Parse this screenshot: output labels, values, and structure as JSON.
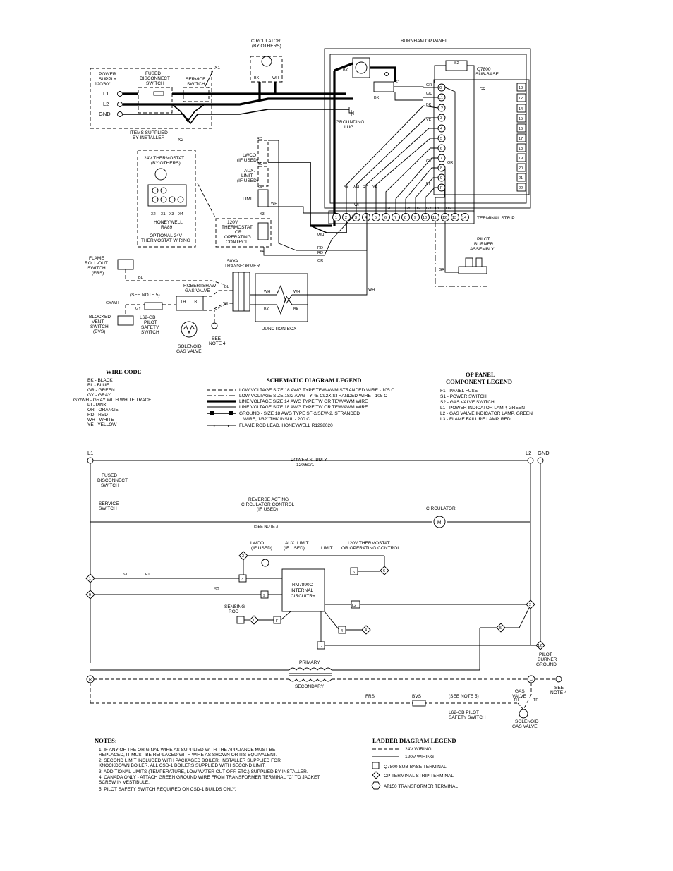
{
  "wiring": {
    "circulator_label": "CIRCULATOR",
    "circulator_sub": "(BY OTHERS)",
    "panel_title": "BURNHAM OP PANEL",
    "q7800_label": "Q7800",
    "q7800_sub": "SUB-BASE",
    "power_supply": [
      "POWER",
      "SUPPLY",
      "120/60/1"
    ],
    "fused_switch": [
      "FUSED",
      "DISCONNECT",
      "SWITCH"
    ],
    "service_switch": [
      "SERVICE",
      "SWITCH"
    ],
    "items_by_installer": [
      "ITEMS SUPPLIED",
      "BY INSTALLER"
    ],
    "grounding_lug": [
      "GROUNDING",
      "LUG"
    ],
    "thermostat_title": [
      "24V THERMOSTAT",
      "(BY OTHERS)"
    ],
    "honeywell": [
      "HONEYWELL",
      "RA89"
    ],
    "optional_wiring": [
      "OPTIONAL 24V",
      "THERMOSTAT WIRING"
    ],
    "lwco": [
      "LWCO",
      "(IF USED)"
    ],
    "aux_limit": [
      "AUX.",
      "LIMIT",
      "(IF USED)"
    ],
    "limit": "LIMIT",
    "thermostat_120v": [
      "120V",
      "THERMOSTAT",
      "OR",
      "OPERATING",
      "CONTROL"
    ],
    "terminal_strip": "TERMINAL STRIP",
    "pilot_burner": [
      "PILOT",
      "BURNER",
      "ASSEMBLY"
    ],
    "flame_rollout": [
      "FLAME",
      "ROLL-OUT",
      "SWITCH",
      "(FRS)"
    ],
    "transformer": [
      "50VA",
      "TRANSFORMER"
    ],
    "robertshaw": [
      "ROBERTSHAW",
      "GAS VALVE"
    ],
    "see_note5": "(SEE NOTE 5)",
    "blocked_vent": [
      "BLOCKED",
      "VENT",
      "SWITCH",
      "(BVS)"
    ],
    "l62gb": [
      "L62-GB",
      "PILOT",
      "SAFETY",
      "SWITCH"
    ],
    "solenoid": [
      "SOLENOID",
      "GAS VALVE"
    ],
    "see_note4": [
      "SEE",
      "NOTE 4"
    ],
    "junction_box": "JUNCTION BOX",
    "q7800_terms_left": [
      "G",
      "L1",
      "L2",
      "3",
      "4",
      "5",
      "6",
      "7",
      "8",
      "9",
      "F"
    ],
    "q7800_terms_right": [
      "13",
      "12",
      "14",
      "15",
      "16",
      "17",
      "18",
      "19",
      "20",
      "21",
      "22"
    ],
    "strip_terms": [
      "1",
      "2",
      "3",
      "4",
      "5",
      "6",
      "7",
      "8",
      "9",
      "10",
      "11",
      "12",
      "13",
      "14"
    ],
    "wire_labels": {
      "bk": "BK",
      "wh": "WH",
      "gr": "GR",
      "rd": "RD",
      "ye": "YE",
      "bl": "BL",
      "gy": "GY",
      "pi": "PI",
      "or": "OR",
      "gywh": "GY/WH"
    },
    "thermo_terms": [
      "X2",
      "X1",
      "X3",
      "X4"
    ],
    "x_labels": [
      "X1",
      "X2",
      "X3",
      "X4"
    ]
  },
  "wire_code": {
    "title": "WIRE CODE",
    "entries": [
      "BK  -  BLACK",
      "BL  -  BLUE",
      "GR  -  GREEN",
      "GY  -  GRAY",
      "GY/WH  -  GRAY WITH WHITE TRACE",
      "PI  -  PINK",
      "OR  -  ORANGE",
      "RD  -  RED",
      "WH  -  WHITE",
      "YE  -  YELLOW"
    ]
  },
  "schematic_legend": {
    "title": "SCHEMATIC DIAGRAM LEGEND",
    "entries": [
      "LOW VOLTAGE SIZE 18 AWG TYPE TEW/AWM STRANDED WIRE - 105 C",
      "LOW VOLTAGE SIZE 18/2 AWG TYPE CL2X STRANDED WIRE - 105 C",
      "LINE VOLTAGE SIZE 14 AWG TYPE TW OR TEW/AWM WIRE",
      "LINE VOLTAGE SIZE 18 AWG TYPE TW OR TEW/AWM WIRE",
      "GROUND - SIZE 18 AWG TYPE SF-2/SEW-2, STRANDED",
      "WIRE, 1/32\" THK INSUL - 200 C",
      "FLAME ROD LEAD, HONEYWELL R1298020"
    ]
  },
  "op_legend": {
    "title": [
      "OP PANEL",
      "COMPONENT LEGEND"
    ],
    "entries": [
      "F1  -  PANEL FUSE",
      "S1  -  POWER SWITCH",
      "S2  -  GAS VALVE SWITCH",
      "L1  -  POWER INDICATOR LAMP, GREEN",
      "L2  -  GAS VALVE INDICATOR LAMP, GREEN",
      "L3  -  FLAME FAILURE LAMP, RED"
    ]
  },
  "ladder": {
    "l1": "L1",
    "l2": "L2",
    "gnd": "GND",
    "power_supply": [
      "POWER SUPPLY",
      "120/60/1"
    ],
    "fused": [
      "FUSED",
      "DISCONNECT",
      "SWITCH"
    ],
    "service": [
      "SERVICE",
      "SWITCH"
    ],
    "reverse": [
      "REVERSE ACTING",
      "CIRCULATOR CONTROL",
      "(IF USED)"
    ],
    "see_note3": "(SEE NOTE 3)",
    "circulator": "CIRCULATOR",
    "m": "M",
    "lwco": [
      "LWCO",
      "(IF USED)"
    ],
    "aux_limit": [
      "AUX. LIMIT",
      "(IF USED)"
    ],
    "limit": "LIMIT",
    "thermostat": [
      "120V THERMOSTAT",
      "OR OPERATING CONTROL"
    ],
    "s1": "S1",
    "f1": "F1",
    "s2": "S2",
    "rm7890c": [
      "RM7890C",
      "INTERNAL",
      "CIRCUITRY"
    ],
    "sensing_rod": [
      "SENSING",
      "ROD"
    ],
    "pilot_ground": [
      "PILOT",
      "BURNER",
      "GROUND"
    ],
    "primary": "PRIMARY",
    "secondary": "SECONDARY",
    "frs": "FRS",
    "bvs": "BVS",
    "see_note5": "(SEE NOTE 5)",
    "l62gb": [
      "L62-GB PILOT",
      "SAFETY SWITCH"
    ],
    "gas_valve": [
      "GAS",
      "VALVE"
    ],
    "solenoid": [
      "SOLENOID",
      "GAS VALVE"
    ],
    "see_note4": [
      "SEE",
      "NOTE 4"
    ],
    "tags": {
      "d3": "3",
      "d1": "1",
      "d9": "9",
      "d6": "6",
      "d2": "2",
      "d5": "5",
      "d4": "4",
      "d12": "12",
      "s3": "3",
      "s9": "9",
      "s6": "6",
      "sl2": "L2",
      "sf": "F",
      "sg": "G",
      "s4": "4",
      "h_r": "R",
      "h_c": "C",
      "tr": "TR",
      "th": "TH"
    }
  },
  "notes": {
    "title": "NOTES:",
    "entries": [
      "1.  IF ANY OF THE ORIGINAL WIRE AS SUPPLIED WITH THE APPLIANCE MUST BE",
      "     REPLACED, IT MUST BE REPLACED WITH WIRE AS SHOWN OR ITS EQUIVALENT.",
      "2.  SECOND LIMIT INCLUDED WITH PACKAGED BOILER, INSTALLER SUPPLIED FOR",
      "     KNOCKDOWN BOILER. ALL CSD-1 BOILERS SUPPLIED WITH SECOND LIMIT.",
      "3.  ADDITIONAL LIMITS (TEMPERATURE, LOW WATER CUT-OFF, ETC.) SUPPLIED BY INSTALLER.",
      "4.  CANADA ONLY - ATTACH GREEN GROUND WIRE FROM TRANSFORMER TERMINAL \"C\" TO JACKET",
      "     SCREW IN VESTIBULE.",
      "5.  PILOT SAFETY SWITCH REQUIRED ON CSD-1 BUILDS ONLY."
    ]
  },
  "ladder_legend": {
    "title": "LADDER DIAGRAM LEGEND",
    "wiring_24v": "24V WIRING",
    "wiring_120v": "120V WIRING",
    "q7800_term": "Q7800 SUB-BASE TERMINAL",
    "op_term": "OP TERMINAL STRIP TERMINAL",
    "at150_term": "AT150 TRANSFORMER TERMINAL"
  }
}
